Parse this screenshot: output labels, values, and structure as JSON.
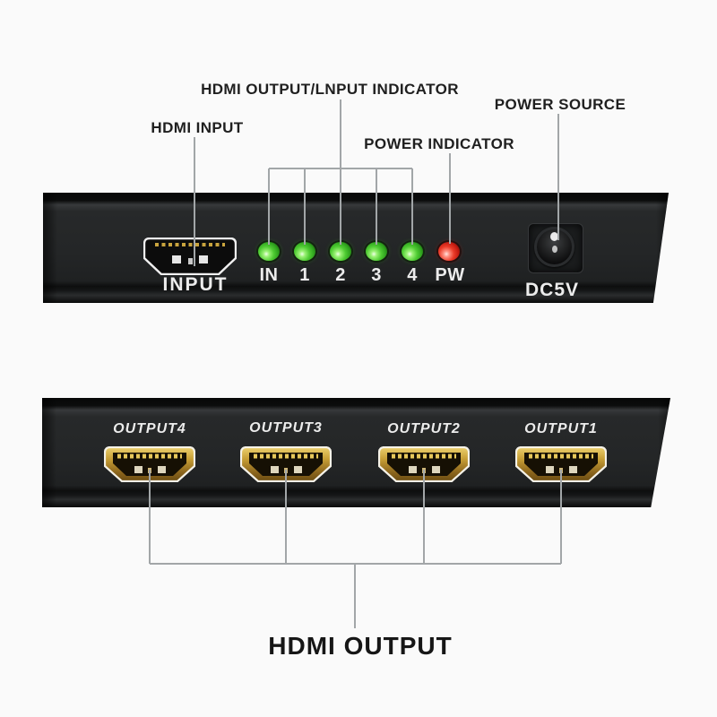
{
  "annotations": {
    "indicator_label": "HDMI OUTPUT/LNPUT INDICATOR",
    "power_source": "POWER SOURCE",
    "hdmi_input": "HDMI INPUT",
    "power_indicator": "POWER INDICATOR",
    "hdmi_output": "HDMI OUTPUT"
  },
  "front_panel": {
    "input_label": "INPUT",
    "leds": [
      {
        "label": "IN",
        "color": "green"
      },
      {
        "label": "1",
        "color": "green"
      },
      {
        "label": "2",
        "color": "green"
      },
      {
        "label": "3",
        "color": "green"
      },
      {
        "label": "4",
        "color": "green"
      },
      {
        "label": "PW",
        "color": "red"
      }
    ],
    "dc_label": "DC5V"
  },
  "back_panel": {
    "ports": [
      {
        "label": "OUTPUT4"
      },
      {
        "label": "OUTPUT3"
      },
      {
        "label": "OUTPUT2"
      },
      {
        "label": "OUTPUT1"
      }
    ]
  },
  "colors": {
    "background": "#fafafa",
    "panel": "#242627",
    "led_green": "#3fc02c",
    "led_red": "#e0251b",
    "port_gold": "#c79e35",
    "callout_line": "#a2a6a8",
    "label_text": "#1f1f1f",
    "device_text": "#ececec"
  }
}
